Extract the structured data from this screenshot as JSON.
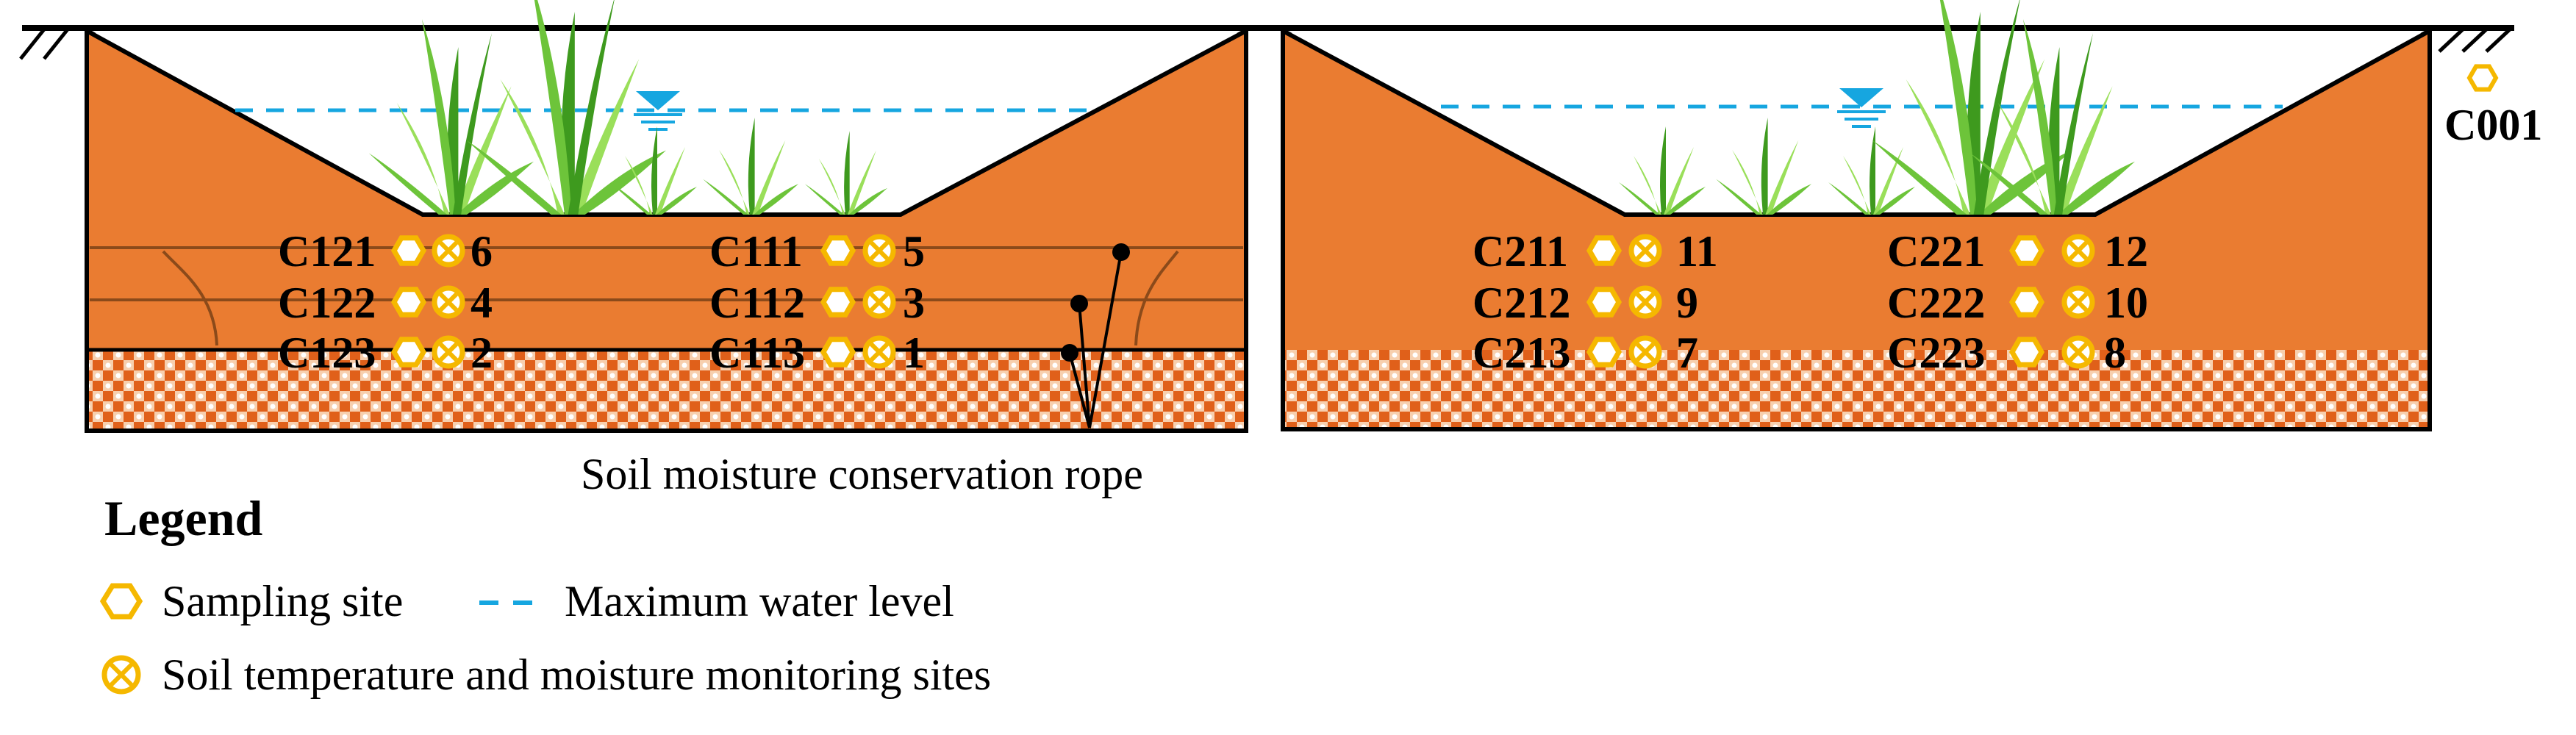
{
  "colors": {
    "soil": "#EA7C31",
    "soil_dark": "#8B4A1A",
    "gravel_bg": "#F7CFAE",
    "water_level": "#16A6E0",
    "marker": "#F5B800",
    "plant_light": "#9ADF5A",
    "plant_dark": "#3E9A1E"
  },
  "channel_left": {
    "upper": [
      {
        "label": "C121",
        "number": "6"
      },
      {
        "label": "C122",
        "number": "4"
      },
      {
        "label": "C123",
        "number": "2"
      }
    ],
    "lower": [
      {
        "label": "C111",
        "number": "5"
      },
      {
        "label": "C112",
        "number": "3"
      },
      {
        "label": "C113",
        "number": "1"
      }
    ]
  },
  "channel_right": {
    "upper": [
      {
        "label": "C211",
        "number": "11"
      },
      {
        "label": "C212",
        "number": "9"
      },
      {
        "label": "C213",
        "number": "7"
      }
    ],
    "lower": [
      {
        "label": "C221",
        "number": "12"
      },
      {
        "label": "C222",
        "number": "10"
      },
      {
        "label": "C223",
        "number": "8"
      }
    ]
  },
  "reference_site": {
    "label": "C001"
  },
  "rope_label": "Soil moisture conservation rope",
  "legend": {
    "title": "Legend",
    "sampling_site": "Sampling site",
    "max_water_level": "Maximum water level",
    "monitoring_sites": "Soil temperature and moisture monitoring sites"
  }
}
